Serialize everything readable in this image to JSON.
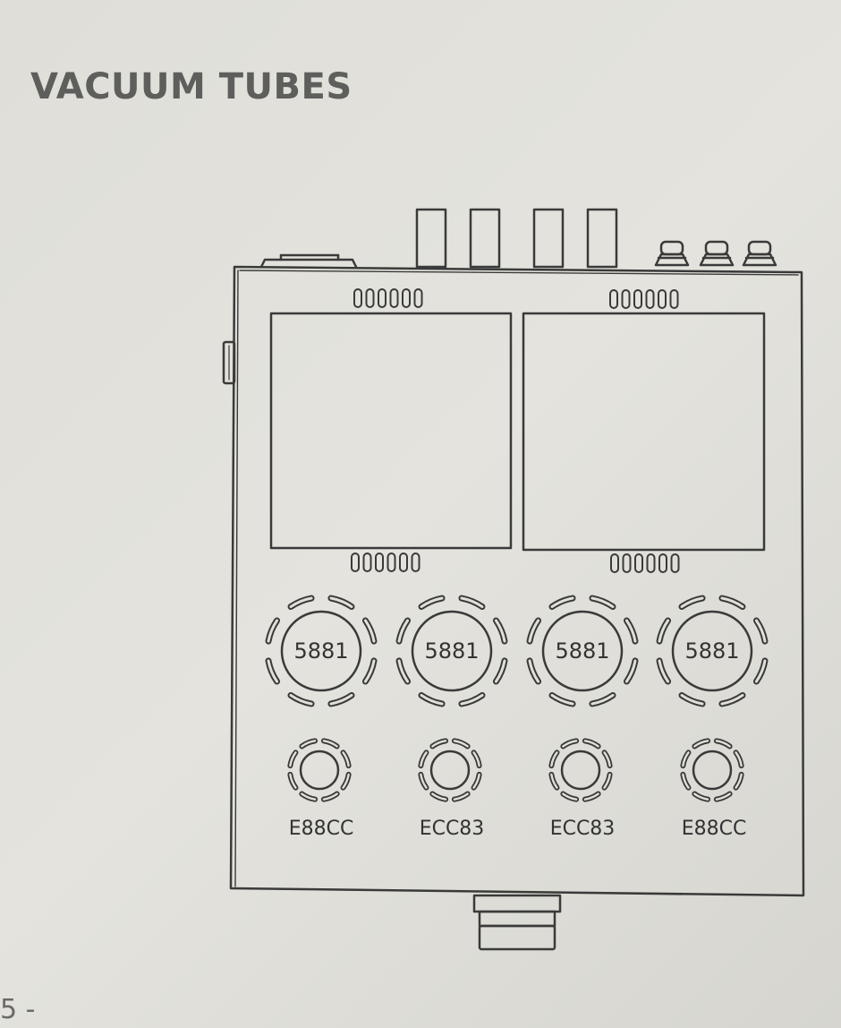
{
  "title": "VACUUM TUBES",
  "page_number": "5 -",
  "power_tubes": [
    {
      "label": "5881"
    },
    {
      "label": "5881"
    },
    {
      "label": "5881"
    },
    {
      "label": "5881"
    }
  ],
  "preamp_tubes": [
    {
      "label": "E88CC"
    },
    {
      "label": "ECC83"
    },
    {
      "label": "ECC83"
    },
    {
      "label": "E88CC"
    }
  ],
  "colors": {
    "line": "#3a3a3a",
    "background": "#dfded8",
    "title": "#5e5e5c"
  }
}
